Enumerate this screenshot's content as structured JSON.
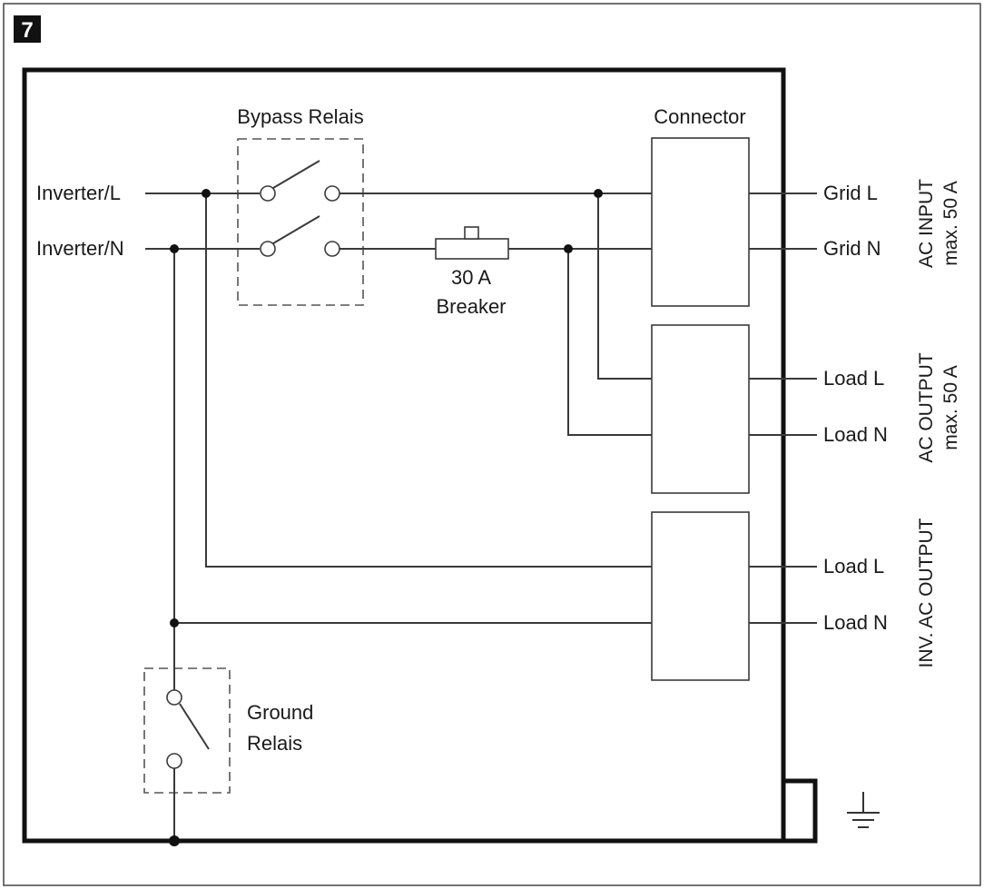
{
  "figure": {
    "number_badge": "7"
  },
  "labels": {
    "bypass_relais": "Bypass Relais",
    "connector": "Connector",
    "inverter_l": "Inverter/L",
    "inverter_n": "Inverter/N",
    "breaker_line1": "30 A",
    "breaker_line2": "Breaker",
    "grid_l": "Grid L",
    "grid_n": "Grid N",
    "load_l_1": "Load L",
    "load_n_1": "Load N",
    "load_l_2": "Load L",
    "load_n_2": "Load N",
    "ground_relais_line1": "Ground",
    "ground_relais_line2": "Relais"
  },
  "side_labels": {
    "ac_input_line1": "AC INPUT",
    "ac_input_line2": "max. 50 A",
    "ac_output_line1": "AC OUTPUT",
    "ac_output_line2": "max. 50 A",
    "inv_ac_output": "INV. AC OUTPUT"
  }
}
